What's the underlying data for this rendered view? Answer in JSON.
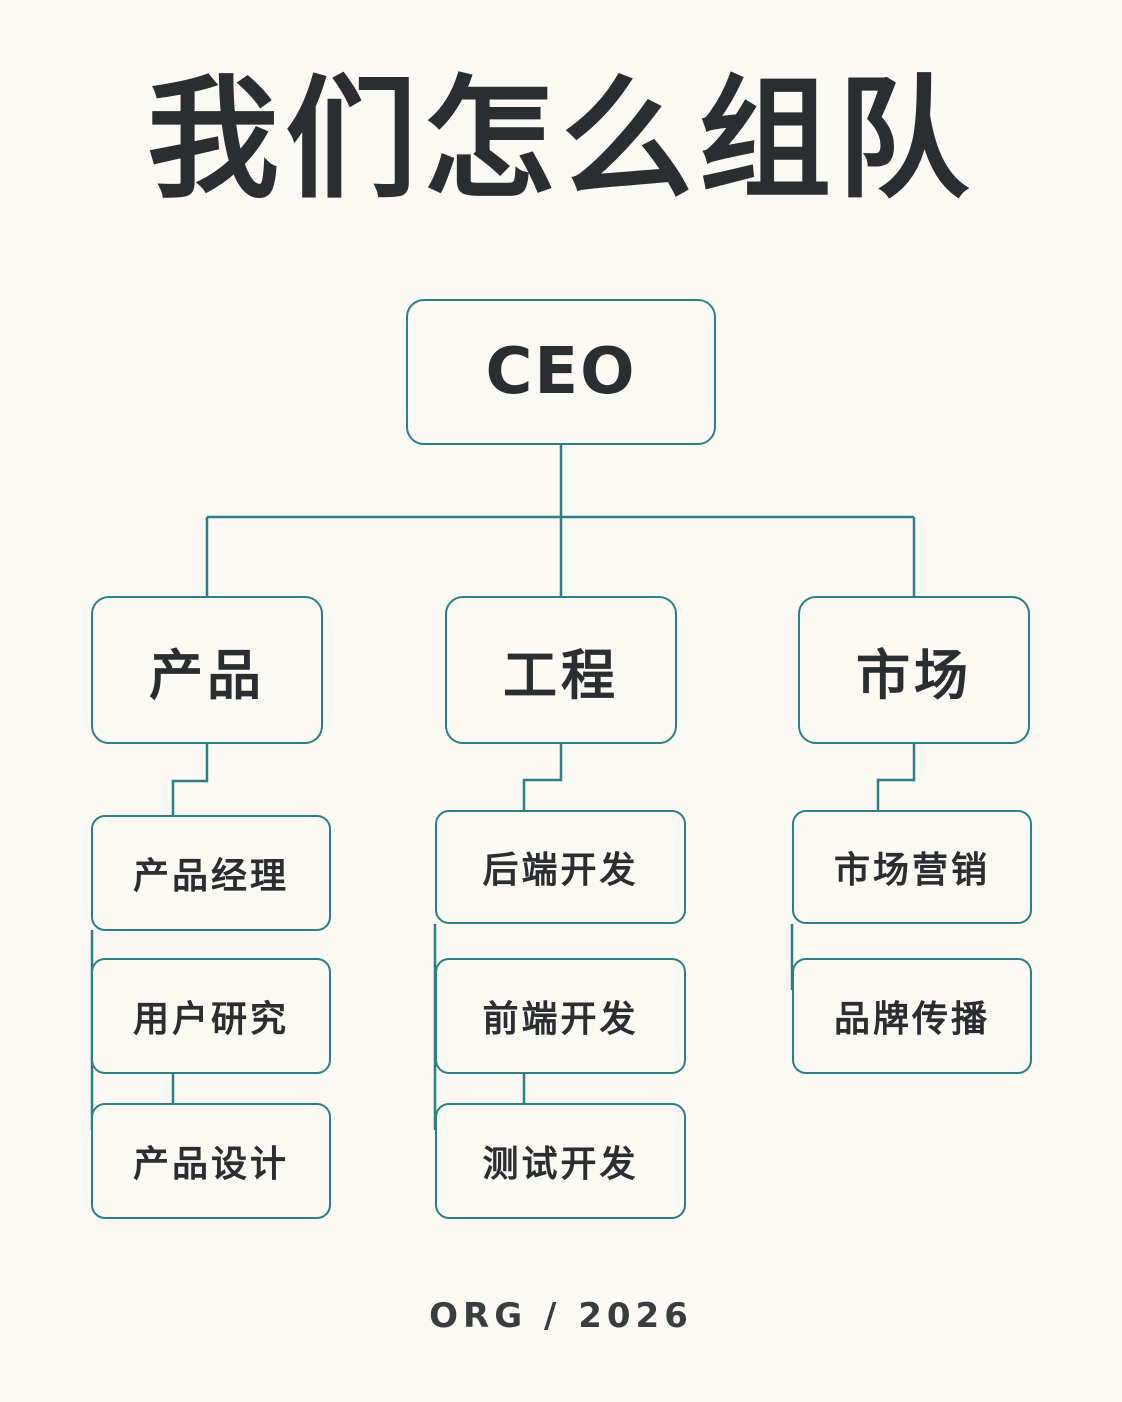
{
  "title": "我们怎么组队",
  "root": {
    "label": "CEO"
  },
  "departments": [
    {
      "label": "产品",
      "roles": [
        "产品经理",
        "用户研究",
        "产品设计"
      ]
    },
    {
      "label": "工程",
      "roles": [
        "后端开发",
        "前端开发",
        "测试开发"
      ]
    },
    {
      "label": "市场",
      "roles": [
        "市场营销",
        "品牌传播"
      ]
    }
  ],
  "footer": "ORG / 2026",
  "colors": {
    "background": "#fbf9f3",
    "accent": "#2b7f85",
    "text": "#2b2e31"
  }
}
